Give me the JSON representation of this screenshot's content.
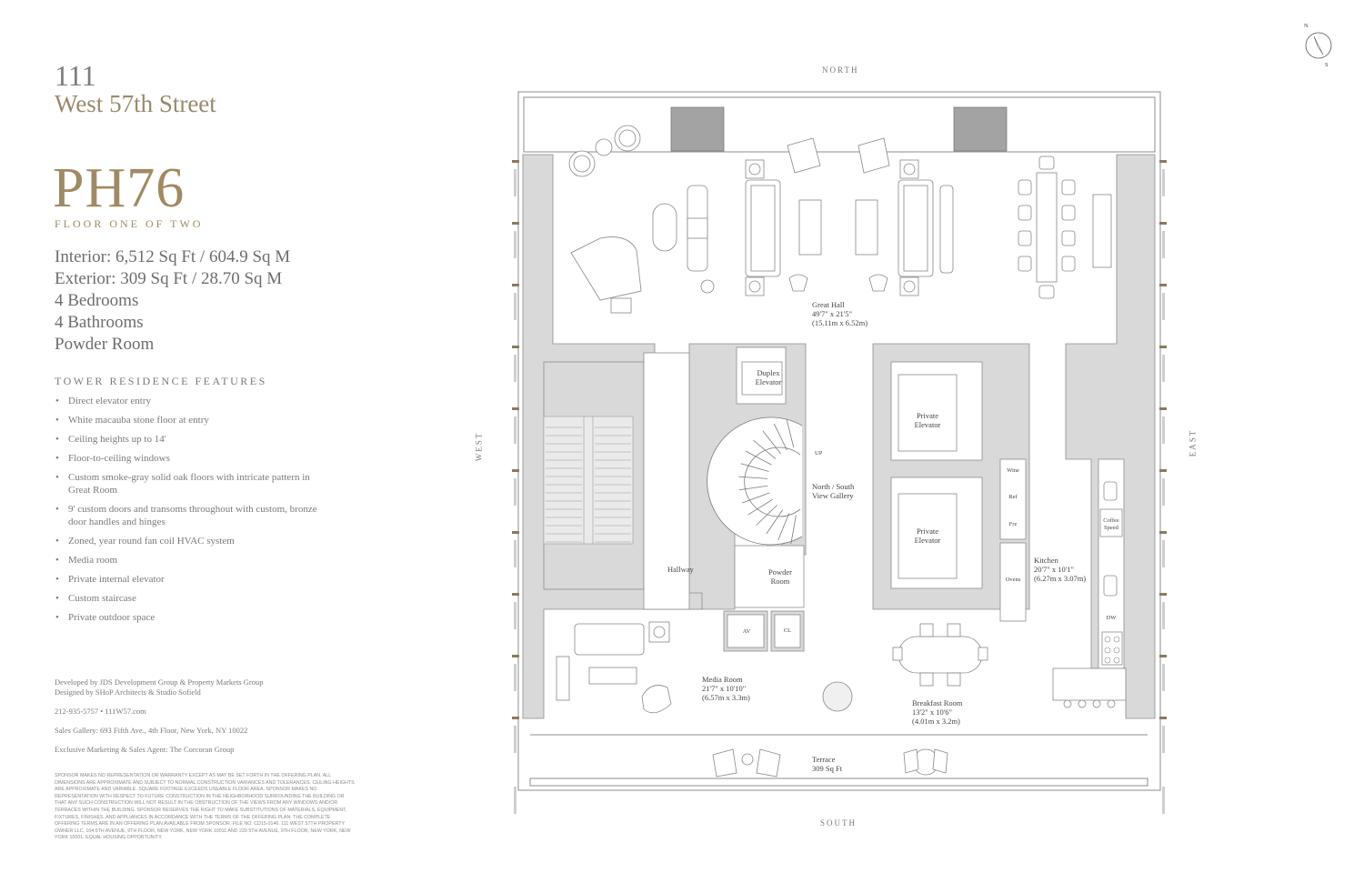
{
  "building": {
    "number": "111",
    "street": "West 57th Street"
  },
  "unit": {
    "name": "PH76",
    "floor_label": "FLOOR ONE OF TWO"
  },
  "specs": [
    "Interior: 6,512 Sq Ft / 604.9 Sq M",
    "Exterior: 309 Sq Ft / 28.70 Sq M",
    "4 Bedrooms",
    "4 Bathrooms",
    "Powder Room"
  ],
  "features": {
    "heading": "TOWER RESIDENCE FEATURES",
    "bullet": "•",
    "items": [
      "Direct elevator entry",
      "White macauba stone floor at entry",
      "Ceiling heights up to 14'",
      "Floor-to-ceiling windows",
      "Custom smoke-gray solid oak floors with intricate pattern in Great Room",
      "9' custom doors and transoms throughout with custom, bronze door handles and hinges",
      "Zoned, year round fan coil HVAC system",
      "Media room",
      "Private internal elevator",
      "Custom staircase",
      "Private outdoor space"
    ]
  },
  "credits": {
    "developer": "Developed by JDS Development Group & Property Markets Group",
    "designer": "Designed by SHoP Architects & Studio Sofield",
    "contact": "212-935-5757  •  111W57.com",
    "gallery": "Sales Gallery: 693 Fifth Ave., 4th Floor, New York, NY 10022",
    "agent": "Exclusive Marketing & Sales Agent: The Corcoran Group"
  },
  "legal": "Sponsor makes no representation or warranty except as may be set forth in the offering plan. All dimensions are approximate and subject to normal construction variances and tolerances. Ceiling heights are approximate and variable. Square footage exceeds useable floor area. Sponsor makes no representation with respect to future construction in the neighborhood surrounding the building or that any such construction will not result in the obstruction of the views from any windows and/or terraces within the building. Sponsor reserves the right to make substitutions of materials, equipment, fixtures, finishes, and appliances in accordance with the terms of the offering plan. The complete offering terms are in an offering plan available from sponsor. File No. CD15-0146. 111 West 57th Property Owner LLC, 104 5th Avenue, 9th Floor, New York, New York 10011 and 220 5th Avenue, 9th Floor, New York, New York 10001. Equal Housing Opportunity.",
  "compass": {
    "n": "N",
    "s": "S"
  },
  "directions": {
    "north": "NORTH",
    "south": "SOUTH",
    "west": "WEST",
    "east": "EAST"
  },
  "rooms": {
    "great_hall": {
      "name": "Great Hall",
      "dim_imperial": "49'7\" x 21'5\"",
      "dim_metric": "(15.11m x 6.52m)"
    },
    "duplex_elevator": {
      "line1": "Duplex",
      "line2": "Elevator"
    },
    "private_elevator_1": {
      "line1": "Private",
      "line2": "Elevator"
    },
    "private_elevator_2": {
      "line1": "Private",
      "line2": "Elevator"
    },
    "gallery": {
      "line1": "North / South",
      "line2": "View Gallery"
    },
    "stair_up": "UP",
    "hallway": "Hallway",
    "powder": {
      "line1": "Powder",
      "line2": "Room"
    },
    "kitchen": {
      "name": "Kitchen",
      "dim_imperial": "20'7\" x 10'1\"",
      "dim_metric": "(6.27m x 3.07m)"
    },
    "media": {
      "name": "Media Room",
      "dim_imperial": "21'7\" x 10'10\"",
      "dim_metric": "(6.57m x 3.3m)"
    },
    "breakfast": {
      "name": "Breakfast Room",
      "dim_imperial": "13'2\" x 10'6\"",
      "dim_metric": "(4.01m x 3.2m)"
    },
    "terrace": {
      "name": "Terrace",
      "area": "309 Sq Ft"
    },
    "av": "AV",
    "cl": "CL",
    "wine": "Wine",
    "ref": "Ref",
    "frz": "Frz",
    "ovens": "Ovens",
    "coffee": {
      "line1": "Coffee",
      "line2": "Speed"
    },
    "dw": "DW"
  },
  "colors": {
    "wall_fill": "#d9d9d9",
    "line": "#8c8c8c",
    "accent": "#a08a64",
    "column": "#8a7a5e"
  }
}
